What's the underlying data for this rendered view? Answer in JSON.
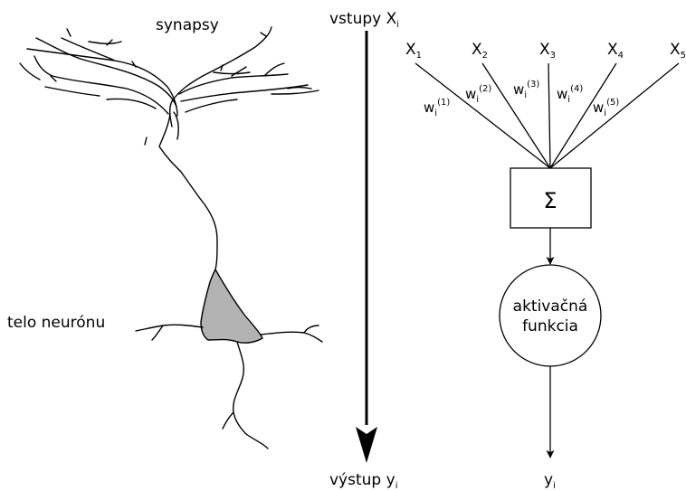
{
  "labels": {
    "synapses": "synapsy",
    "inputs": "vstupy X",
    "inputs_sub": "i",
    "output": "výstup y",
    "output_sub": "i",
    "cell_body": "telo neurónu",
    "sum_symbol": "Σ",
    "activation_line1": "aktivačná",
    "activation_line2": "funkcia",
    "result": "y",
    "result_sub": "i"
  },
  "inputs": [
    {
      "name": "X",
      "sub": "1",
      "weight": "w",
      "weight_sub": "i",
      "weight_sup": "(1)"
    },
    {
      "name": "X",
      "sub": "2",
      "weight": "w",
      "weight_sub": "i",
      "weight_sup": "(2)"
    },
    {
      "name": "X",
      "sub": "3",
      "weight": "w",
      "weight_sub": "i",
      "weight_sup": "(3)"
    },
    {
      "name": "X",
      "sub": "4",
      "weight": "w",
      "weight_sub": "i",
      "weight_sup": "(4)"
    },
    {
      "name": "X",
      "sub": "5",
      "weight": "w",
      "weight_sub": "i",
      "weight_sup": "(5)"
    }
  ],
  "colors": {
    "cell_body_fill": "#b3b3b3",
    "line": "#000000"
  }
}
